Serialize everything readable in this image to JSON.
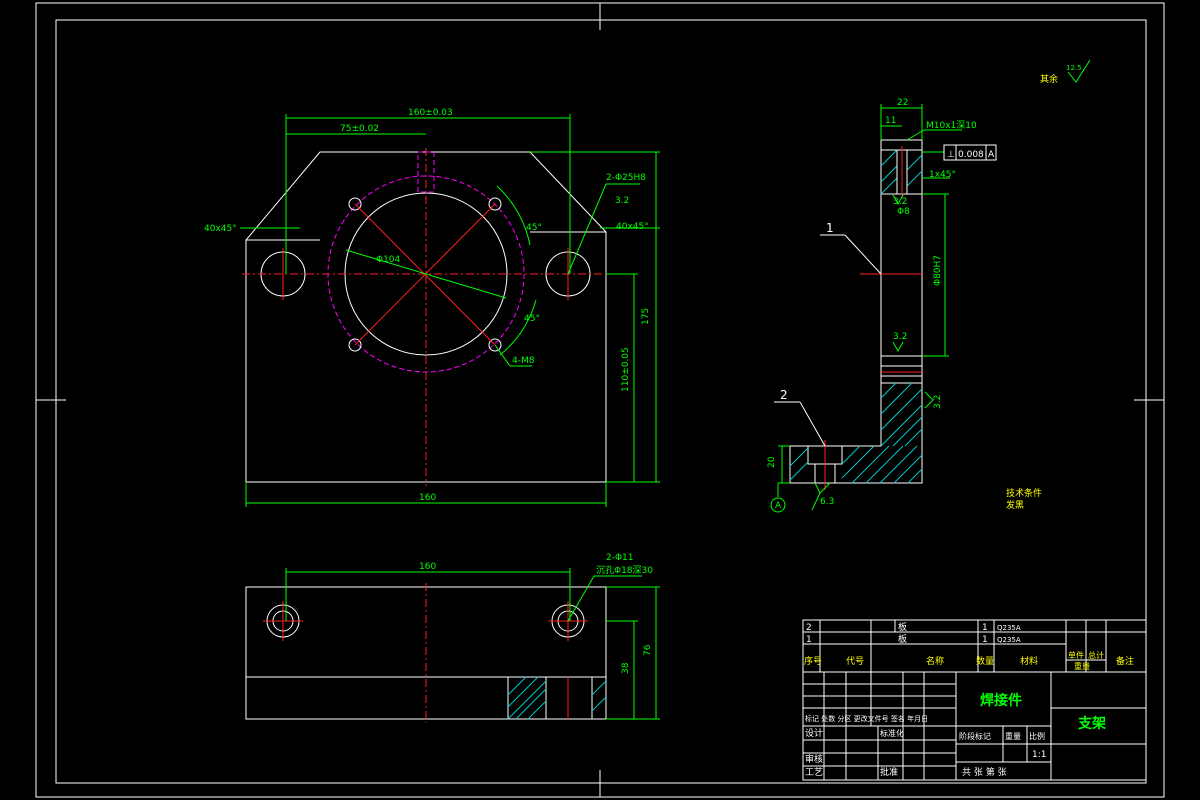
{
  "front_view": {
    "dim_top_total": "160±0.03",
    "dim_top_half": "75±0.02",
    "chamfer_left": "40x45°",
    "chamfer_right": "40x45°",
    "hole_callout": "2-Φ25H8",
    "roughness_holes": "3.2",
    "bolt_angle_1": "45°",
    "bolt_angle_2": "45°",
    "bore_dia": "Φ104",
    "bolt_holes": "4-M8",
    "dim_height": "175",
    "dim_center_height": "110±0.05",
    "dim_width": "160"
  },
  "side_view": {
    "dim_top_width": "22",
    "dim_inner_width": "11",
    "thread_callout": "M10x1深10",
    "gdt_symbol": "⊥",
    "gdt_tolerance": "0.008",
    "gdt_datum": "A",
    "chamfer": "1x45°",
    "roughness_small": "3.2",
    "pin_dia": "Φ8",
    "bore_dia": "Φ80H7",
    "roughness_mid": "3.2",
    "roughness_weld": "3.2",
    "base_height": "20",
    "datum_label": "A",
    "roughness_bottom": "6.3",
    "balloon_1": "1",
    "balloon_2": "2"
  },
  "bottom_view": {
    "dim_hole_spacing": "160",
    "hole_callout_1": "2-Φ11",
    "hole_callout_2": "沉孔Φ18深30",
    "dim_height": "76",
    "dim_inner_height": "38"
  },
  "notes": {
    "roughness_rest_label": "其余",
    "roughness_rest_value": "12.5",
    "tech_req_title": "技术条件",
    "tech_req_line": "发黑"
  },
  "parts_list": {
    "rows": [
      {
        "no": "2",
        "code": "",
        "name": "板",
        "qty": "1",
        "material": "Q235A",
        "weight_single": "",
        "weight_total": "",
        "remark": ""
      },
      {
        "no": "1",
        "code": "",
        "name": "板",
        "qty": "1",
        "material": "Q235A",
        "weight_single": "",
        "weight_total": "",
        "remark": ""
      }
    ],
    "headers": {
      "no": "序号",
      "code": "代号",
      "name": "名称",
      "qty": "数量",
      "material": "材料",
      "weight_single": "单件",
      "weight_total": "总计",
      "weight_label": "重量",
      "remark": "备注"
    }
  },
  "title_block": {
    "part_type": "焊接件",
    "drawing_name": "支架",
    "rev_headers": "标记  处数  分区  更改文件号  签名  年月日",
    "design": "设计",
    "standardize": "标准化",
    "review": "审核",
    "process": "工艺",
    "approve": "批准",
    "stage_label": "阶段标记",
    "weight_label": "重量",
    "scale_label": "比例",
    "scale_value": "1:1",
    "sheet_label": "共  张  第  张"
  }
}
